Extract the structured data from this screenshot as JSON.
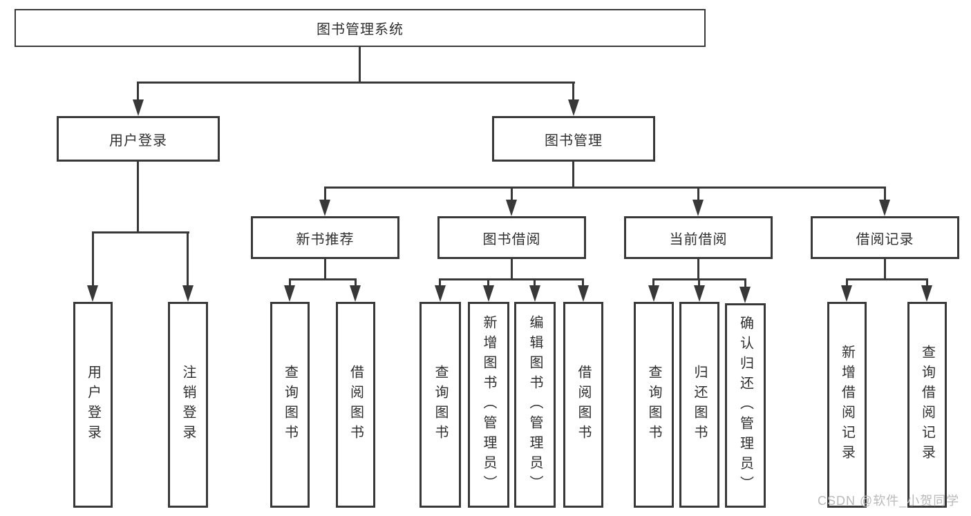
{
  "diagram": {
    "root": {
      "label": "图书管理系统"
    },
    "branches": [
      {
        "label": "用户登录",
        "children": [
          {
            "label": "用户登录"
          },
          {
            "label": "注销登录"
          }
        ]
      },
      {
        "label": "图书管理",
        "children": [
          {
            "label": "新书推荐",
            "children": [
              {
                "label": "查询图书"
              },
              {
                "label": "借阅图书"
              }
            ]
          },
          {
            "label": "图书借阅",
            "children": [
              {
                "label": "查询图书"
              },
              {
                "label": "新增图书（管理员）"
              },
              {
                "label": "编辑图书（管理员）"
              },
              {
                "label": "借阅图书"
              }
            ]
          },
          {
            "label": "当前借阅",
            "children": [
              {
                "label": "查询图书"
              },
              {
                "label": "归还图书"
              },
              {
                "label": "确认归还（管理员）"
              }
            ]
          },
          {
            "label": "借阅记录",
            "children": [
              {
                "label": "新增借阅记录"
              },
              {
                "label": "查询借阅记录"
              }
            ]
          }
        ]
      }
    ]
  },
  "watermark": {
    "text": "CSDN @软件_小贺同学"
  },
  "colors": {
    "stroke": "#383838",
    "text": "#2f2f2f",
    "watermark": "#b9b9b9",
    "background": "#ffffff"
  }
}
